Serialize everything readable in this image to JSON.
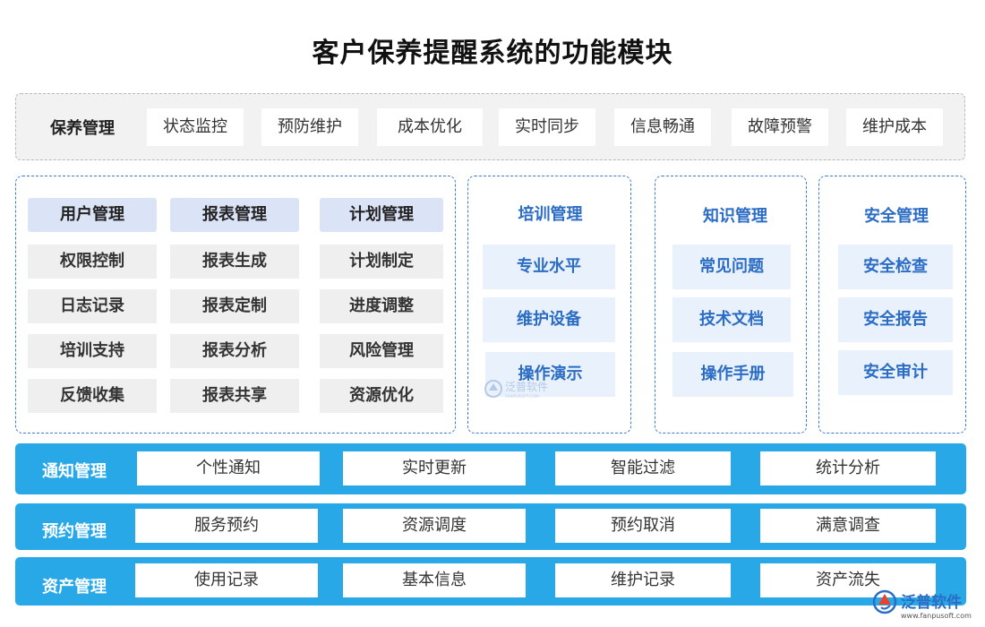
{
  "title": "客户保养提醒系统的功能模块",
  "maintenance": {
    "label": "保养管理",
    "items": [
      "状态监控",
      "预防维护",
      "成本优化",
      "实时同步",
      "信息畅通",
      "故障预警",
      "维护成本"
    ]
  },
  "left_group": {
    "columns": [
      {
        "head": "用户管理",
        "items": [
          "权限控制",
          "日志记录",
          "培训支持",
          "反馈收集"
        ]
      },
      {
        "head": "报表管理",
        "items": [
          "报表生成",
          "报表定制",
          "报表分析",
          "报表共享"
        ]
      },
      {
        "head": "计划管理",
        "items": [
          "计划制定",
          "进度调整",
          "风险管理",
          "资源优化"
        ]
      }
    ]
  },
  "training": {
    "head": "培训管理",
    "items": [
      "专业水平",
      "维护设备",
      "操作演示"
    ]
  },
  "knowledge": {
    "head": "知识管理",
    "items": [
      "常见问题",
      "技术文档",
      "操作手册"
    ]
  },
  "security": {
    "head": "安全管理",
    "items": [
      "安全检查",
      "安全报告",
      "安全审计"
    ]
  },
  "bars": [
    {
      "label": "通知管理",
      "items": [
        "个性通知",
        "实时更新",
        "智能过滤",
        "统计分析"
      ]
    },
    {
      "label": "预约管理",
      "items": [
        "服务预约",
        "资源调度",
        "预约取消",
        "满意调查"
      ]
    },
    {
      "label": "资产管理",
      "items": [
        "使用记录",
        "基本信息",
        "维护记录",
        "资产流失"
      ]
    }
  ],
  "watermark": {
    "text": "泛普软件",
    "sub": "FANPUSOFT.COM"
  },
  "brand": {
    "name": "泛普软件",
    "url": "www.fanpusoft.com"
  },
  "colors": {
    "accent_blue": "#2b6cc4",
    "bar_blue": "#29a8e8",
    "header_fill": "#dbe3f6"
  }
}
